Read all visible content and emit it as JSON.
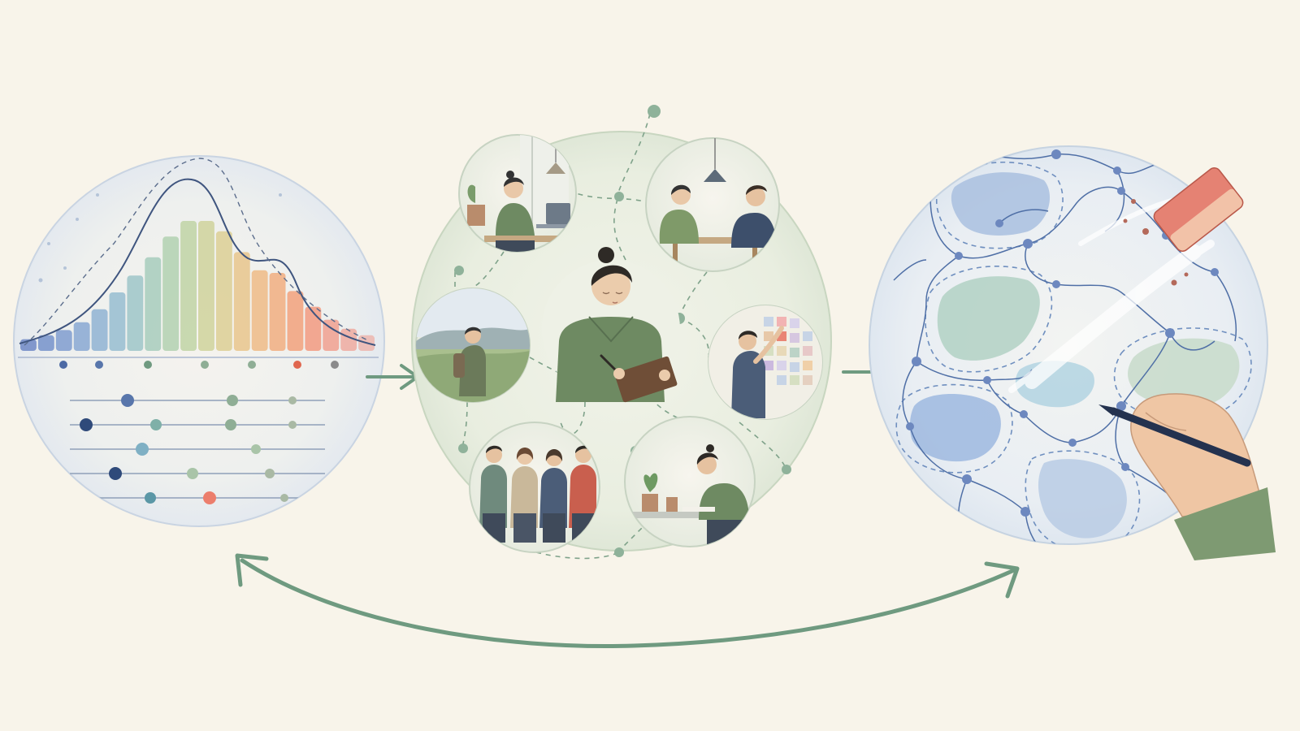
{
  "colors": {
    "background": "#f8f4ea",
    "arrow_green": "#6f9a80",
    "ink_blue": "#5f7ba8",
    "sage": "#8fae95",
    "terracotta": "#e08c6e",
    "muted_blue": "#8fb0d6"
  },
  "panels": [
    {
      "id": "distribution-panel",
      "icon": "bell-curve-histogram-icon"
    },
    {
      "id": "people-panel",
      "icon": "person-with-tablet-icon"
    },
    {
      "id": "map-panel",
      "icon": "eraser-and-pencil-icon"
    }
  ],
  "histogram": {
    "levels": [
      0.09,
      0.12,
      0.16,
      0.22,
      0.32,
      0.45,
      0.58,
      0.72,
      0.88,
      1.0,
      1.0,
      0.92,
      0.76,
      0.62,
      0.6,
      0.46,
      0.34,
      0.24,
      0.17,
      0.12
    ],
    "colors": [
      "#6f88c6",
      "#7592ca",
      "#7f9ccf",
      "#88a8d2",
      "#8fb3d2",
      "#96bdd0",
      "#9ec6c8",
      "#a7ccbc",
      "#b2d1b0",
      "#bfd3a4",
      "#cfd29b",
      "#dccf94",
      "#e7c68c",
      "#eebb86",
      "#f1ae80",
      "#f2a17b",
      "#f29a80",
      "#f0a08f",
      "#eeaaa0",
      "#ecb6ae"
    ]
  },
  "vignettes": [
    {
      "name": "person-at-laptop"
    },
    {
      "name": "two-people-talking"
    },
    {
      "name": "hiker-in-field"
    },
    {
      "name": "person-at-sticky-note-wall"
    },
    {
      "name": "group-of-four-people"
    },
    {
      "name": "person-writing-at-desk"
    }
  ],
  "regions": 8
}
